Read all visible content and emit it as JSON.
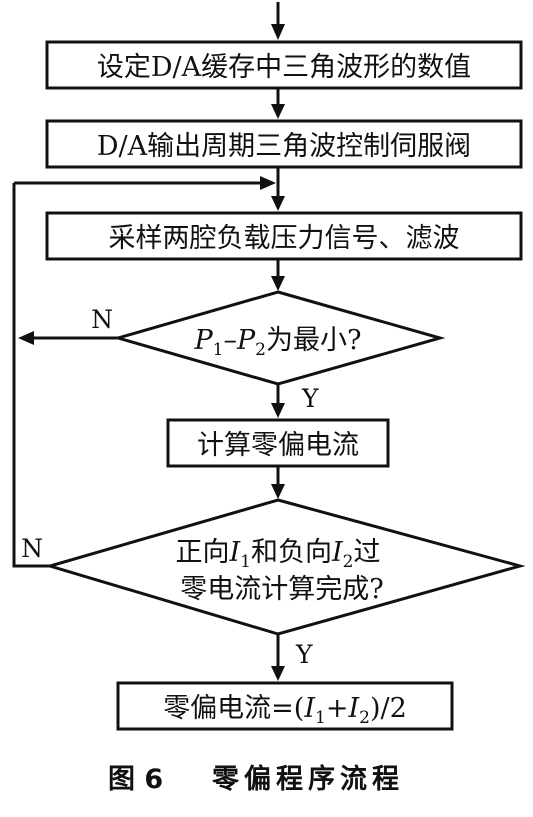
{
  "flowchart": {
    "steps": {
      "set_buffer": "设定D/A缓存中三角波形的数值",
      "output_wave": "D/A输出周期三角波控制伺服阀",
      "sample_filter": "采样两腔负载压力信号、滤波",
      "compute_current": "计算零偏电流",
      "result_formula": {
        "lhs": "零偏电流=(",
        "i1": "I",
        "s1": "1",
        "plus": "+",
        "i2": "I",
        "s2": "2",
        "rhs": ")/2"
      }
    },
    "decisions": {
      "min_check": {
        "p1": "P",
        "s1": "1",
        "minus": "–",
        "p2": "P",
        "s2": "2",
        "rest": "为最小?"
      },
      "complete_check": {
        "line1": {
          "a": "正向",
          "i1": "I",
          "s1": "1",
          "b": "和负向",
          "i2": "I",
          "s2": "2",
          "c": "过"
        },
        "line2": "零电流计算完成?"
      }
    },
    "branch_labels": {
      "no_1": "N",
      "yes_1": "Y",
      "no_2": "N",
      "yes_2": "Y"
    }
  },
  "caption": {
    "figure_number": "图 6",
    "title": "零偏程序流程"
  }
}
